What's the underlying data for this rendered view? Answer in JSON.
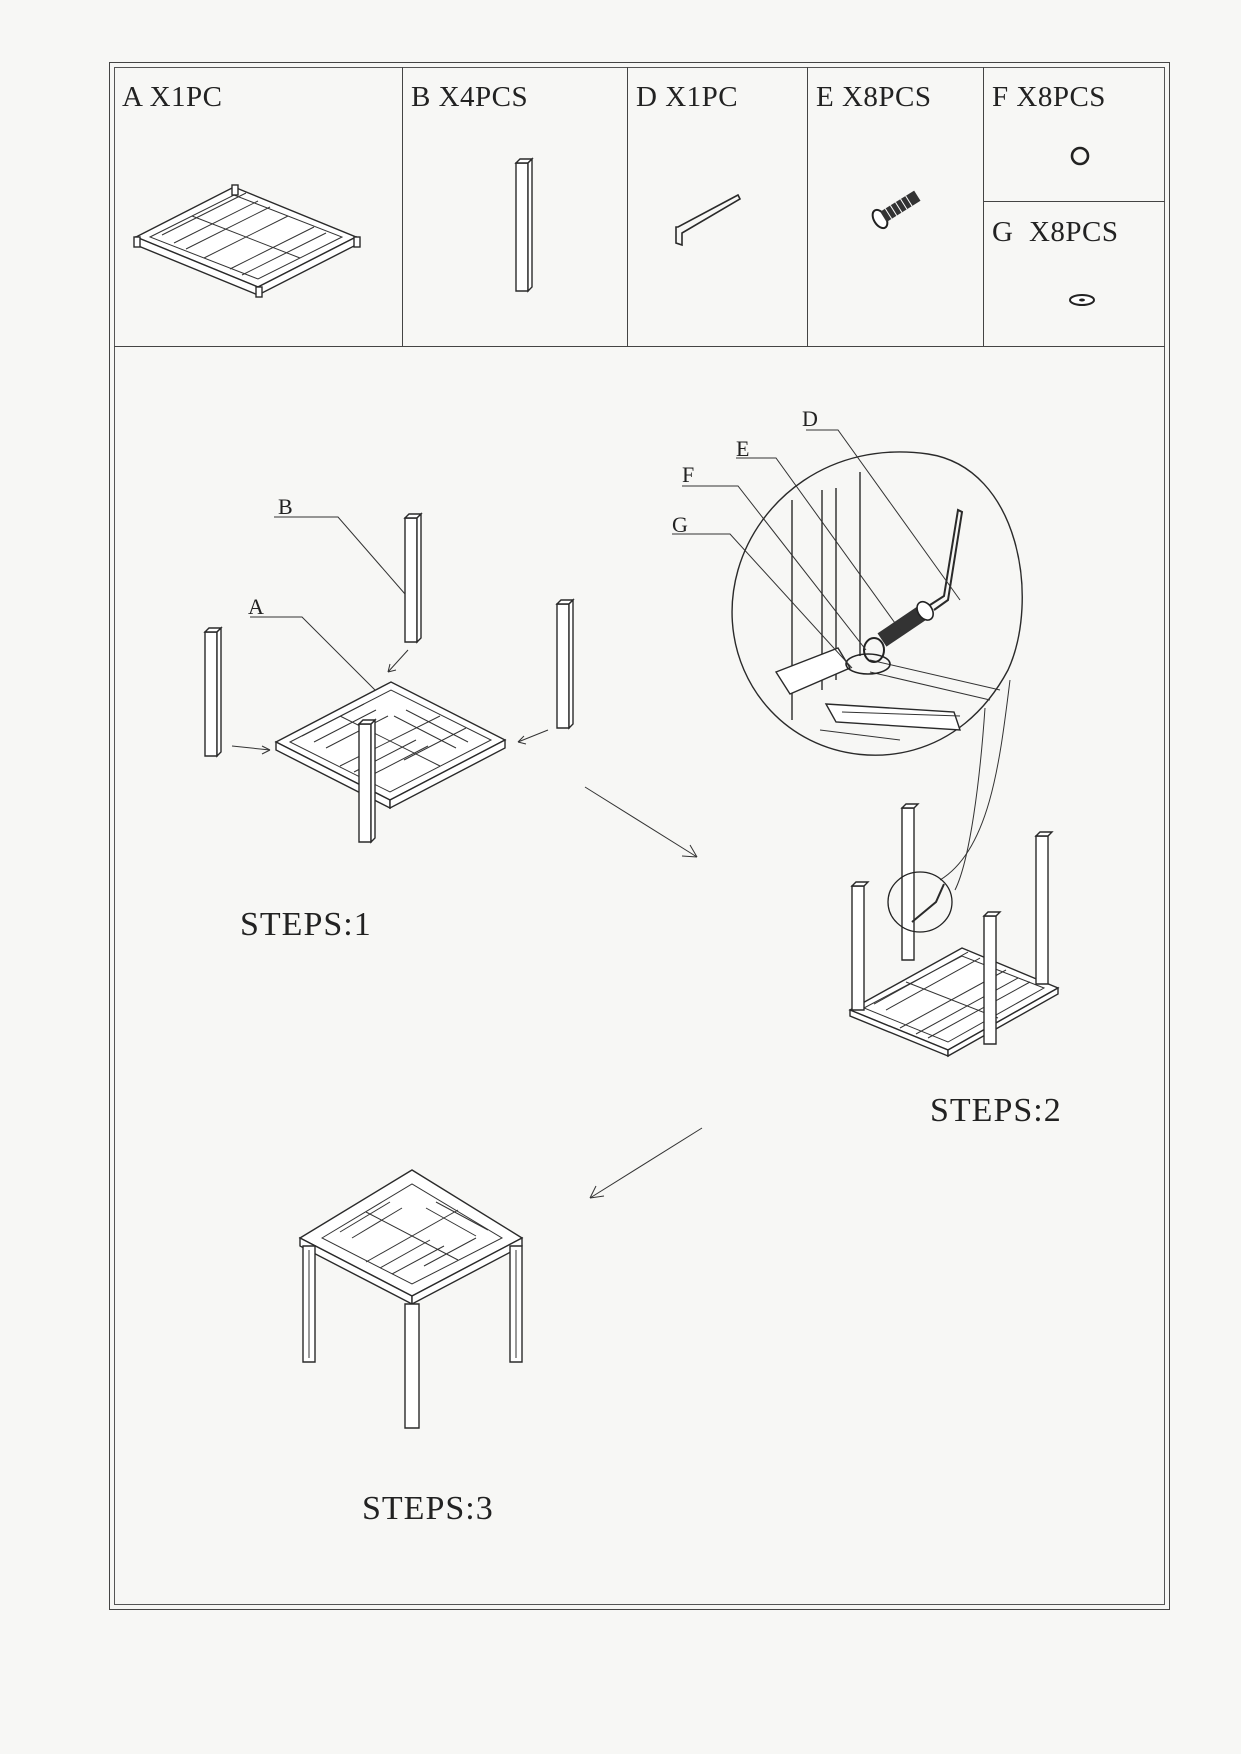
{
  "parts": [
    {
      "letter": "A",
      "qty": "X1PC",
      "icon": "tabletop-icon"
    },
    {
      "letter": "B",
      "qty": "X4PCS",
      "icon": "leg-icon"
    },
    {
      "letter": "D",
      "qty": "X1PC",
      "icon": "allen-key-icon"
    },
    {
      "letter": "E",
      "qty": "X8PCS",
      "icon": "bolt-icon"
    },
    {
      "letter": "F",
      "qty": "X8PCS",
      "icon": "spring-washer-icon"
    },
    {
      "letter": "G",
      "qty": "X8PCS",
      "icon": "flat-washer-icon"
    }
  ],
  "steps": [
    {
      "label": "STEPS:1"
    },
    {
      "label": "STEPS:2"
    },
    {
      "label": "STEPS:3"
    }
  ],
  "callouts": {
    "step1": [
      "B",
      "A"
    ],
    "step2": [
      "D",
      "E",
      "F",
      "G"
    ]
  }
}
